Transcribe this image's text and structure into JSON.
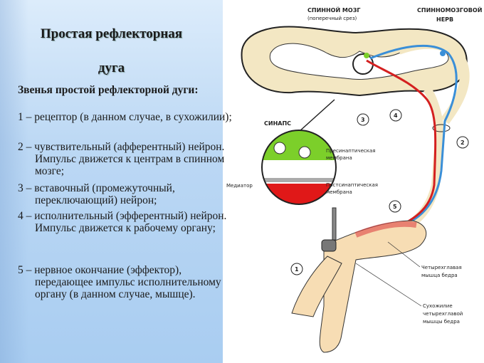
{
  "slide": {
    "title_line1": "Простая рефлекторная",
    "title_line2": "дуга",
    "subtitle": "Звенья простой рефлекторной дуги:",
    "items": [
      "1 – рецептор (в данном случае, в сухожилии);",
      "2 – чувствительный (афферентный) нейрон. Импульс движется к центрам в спинном мозге;",
      "3 – вставочный (промежуточный, переключающий) нейрон;",
      "4 – исполнительный (эфферентный) нейрон. Импульс движется к рабочему органу;",
      "5 – нервное окончание (эффектор), передающее импульс исполнительному органу (в данном случае, мышце)."
    ]
  },
  "diagram": {
    "spinal_cord": "СПИННОЙ МОЗГ",
    "spinal_cord_note": "(поперечный срез)",
    "spinal_nerve_1": "СПИННОМОЗГОВОЙ",
    "spinal_nerve_2": "НЕРВ",
    "synapse": "СИНАПС",
    "presynaptic_1": "Пресинаптическая",
    "presynaptic_2": "мембрана",
    "postsynaptic_1": "Постсинаптическая",
    "postsynaptic_2": "мембрана",
    "mediator": "Медиатор",
    "quad_1": "Четырехглавая",
    "quad_2": "мышца бедра",
    "tendon_1": "Сухожилие",
    "tendon_2": "четырехглавой",
    "tendon_3": "мышцы бедра",
    "markers": [
      "1",
      "2",
      "3",
      "4",
      "5"
    ],
    "colors": {
      "afferent": "#3a8fd8",
      "efferent": "#d42020",
      "green": "#7ccf2a",
      "cord": "#f3e7c3"
    }
  }
}
